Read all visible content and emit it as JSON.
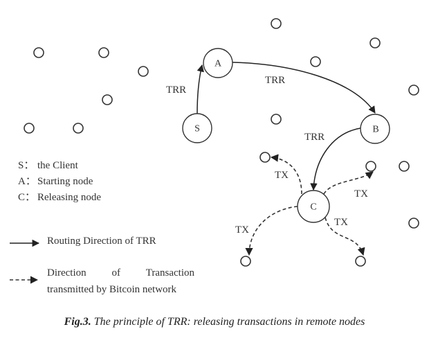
{
  "nodes": {
    "main": [
      {
        "id": "S",
        "label": "S"
      },
      {
        "id": "A",
        "label": "A"
      },
      {
        "id": "B",
        "label": "B"
      },
      {
        "id": "C",
        "label": "C"
      }
    ],
    "other_node_count": 17
  },
  "edges": {
    "trr": [
      {
        "from": "S",
        "to": "A",
        "label": "TRR"
      },
      {
        "from": "A",
        "to": "B",
        "label": "TRR"
      },
      {
        "from": "B",
        "to": "C",
        "label": "TRR"
      }
    ],
    "tx": [
      {
        "from": "C",
        "to": "upper-left node",
        "label": "TX"
      },
      {
        "from": "C",
        "to": "upper-right node",
        "label": "TX"
      },
      {
        "from": "C",
        "to": "lower-left node",
        "label": "TX"
      },
      {
        "from": "C",
        "to": "lower-right node",
        "label": "TX"
      }
    ]
  },
  "legend": {
    "keys": [
      {
        "key": "S：",
        "text": "the Client"
      },
      {
        "key": "A：",
        "text": "Starting node"
      },
      {
        "key": "C：",
        "text": "Releasing node"
      }
    ],
    "solid_arrow": "Routing Direction of TRR",
    "dashed_arrow_line1": [
      "Direction",
      "of",
      "Transaction"
    ],
    "dashed_arrow_line2": "transmitted by Bitcoin network"
  },
  "caption": {
    "prefix": "Fig.3.",
    "text": " The principle of TRR: releasing transactions in remote nodes"
  }
}
